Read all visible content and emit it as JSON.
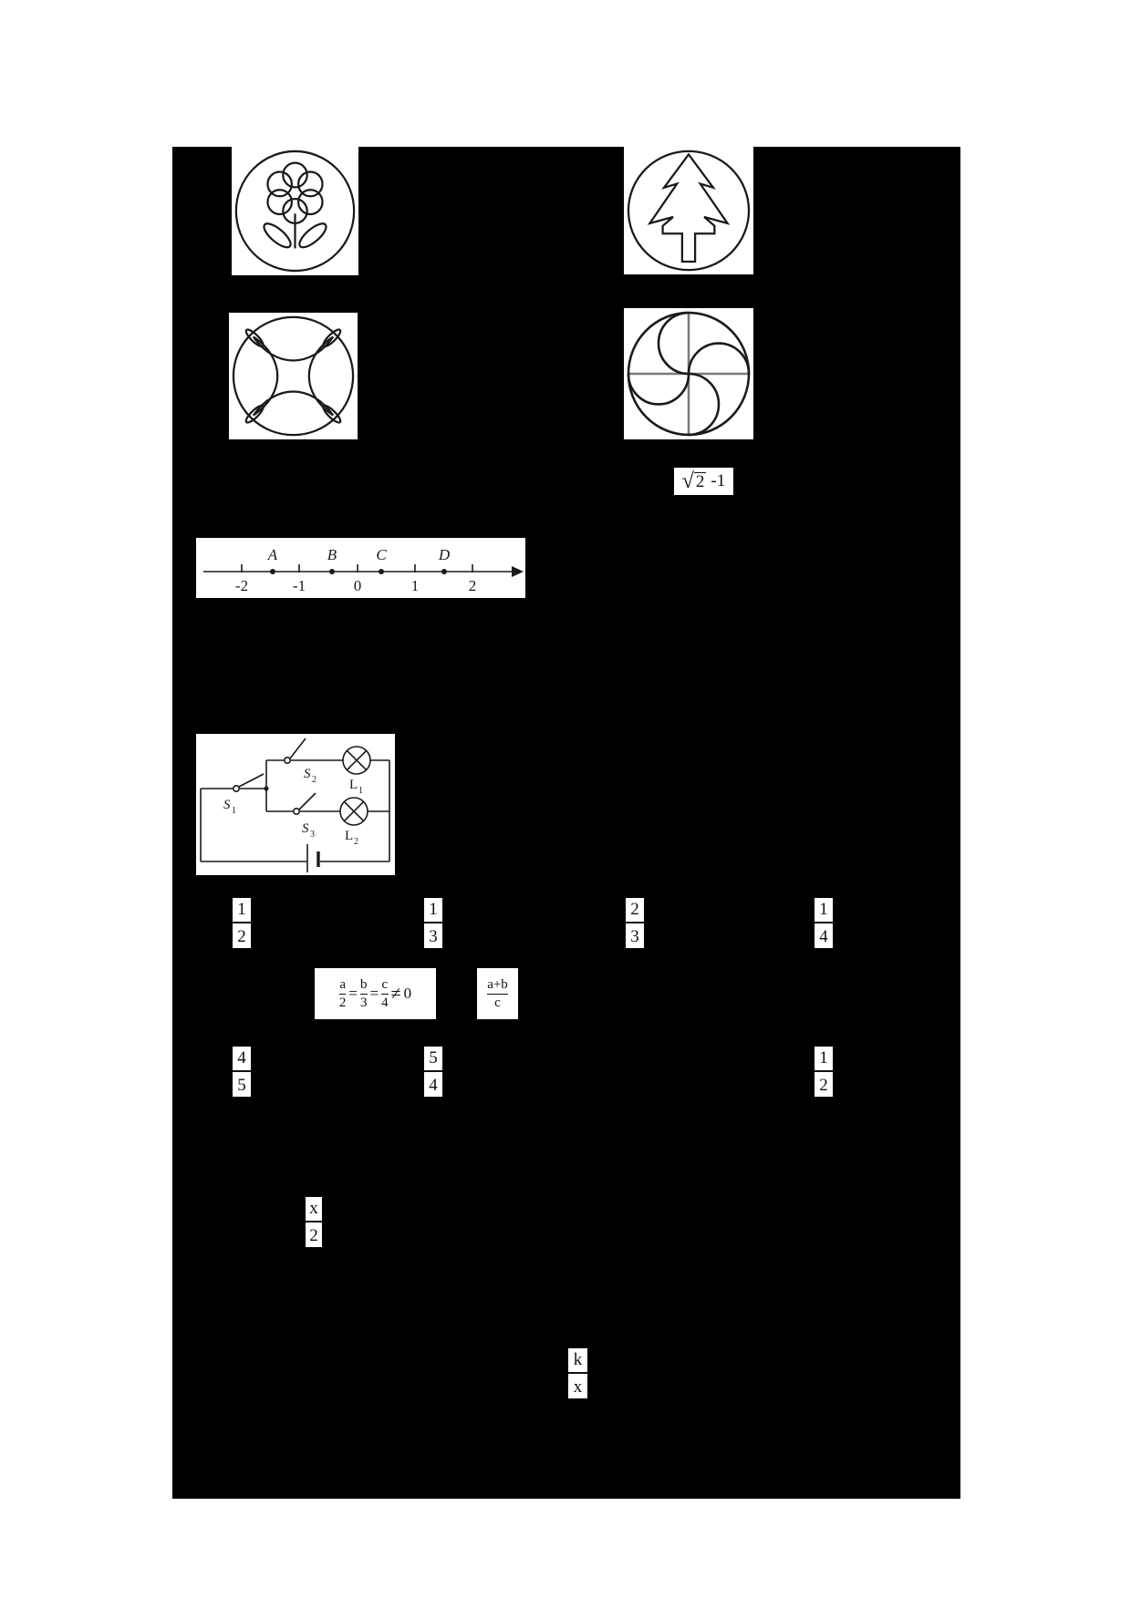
{
  "colors": {
    "page_bg": "#ffffff",
    "panel_bg": "#000000",
    "ink": "#1a1a1a",
    "pinwheel_cross": "#7a7a7a"
  },
  "figures": {
    "top_left": "flower-in-circle",
    "top_right": "pine-tree-in-circle",
    "bottom_left": "four-arc-cushion-in-circle",
    "bottom_right": "pinwheel-in-circle"
  },
  "sqrt_expression": {
    "radical": "√",
    "radicand": "2",
    "suffix": "-1"
  },
  "number_line": {
    "ticks": [
      "-2",
      "-1",
      "0",
      "1",
      "2"
    ],
    "points": [
      {
        "label": "A",
        "value": -1.5
      },
      {
        "label": "B",
        "value": -0.5
      },
      {
        "label": "C",
        "value": 0.4
      },
      {
        "label": "D",
        "value": 1.5
      }
    ]
  },
  "circuit": {
    "switches": [
      {
        "base": "S",
        "sub": "1"
      },
      {
        "base": "S",
        "sub": "2"
      },
      {
        "base": "S",
        "sub": "3"
      }
    ],
    "lamps": [
      {
        "base": "L",
        "sub": "1"
      },
      {
        "base": "L",
        "sub": "2"
      }
    ]
  },
  "fractions_row1": [
    {
      "num": "1",
      "den": "2"
    },
    {
      "num": "1",
      "den": "3"
    },
    {
      "num": "2",
      "den": "3"
    },
    {
      "num": "1",
      "den": "4"
    }
  ],
  "proportion": {
    "terms": [
      {
        "num": "a",
        "den": "2"
      },
      {
        "num": "b",
        "den": "3"
      },
      {
        "num": "c",
        "den": "4"
      }
    ],
    "eq": "=",
    "neq": "≠",
    "zero": "0"
  },
  "ratio": {
    "num": "a+b",
    "den": "c"
  },
  "fractions_row2": [
    {
      "num": "4",
      "den": "5"
    },
    {
      "num": "5",
      "den": "4"
    },
    {
      "num": "1",
      "den": "2"
    }
  ],
  "x_half": {
    "num": "x",
    "den": "2"
  },
  "k_over_x": {
    "num": "k",
    "den": "x"
  }
}
